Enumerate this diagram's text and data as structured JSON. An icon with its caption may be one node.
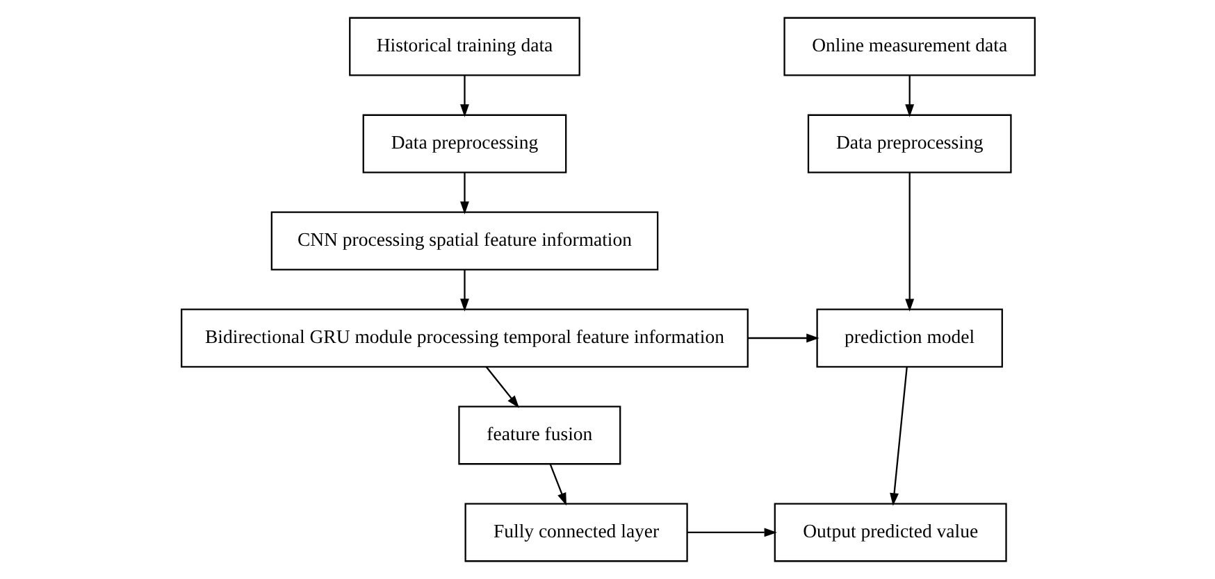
{
  "diagram": {
    "nodes": [
      {
        "text": [
          "Historical training data"
        ]
      },
      {
        "text": [
          "Data preprocessing"
        ]
      },
      {
        "text": [
          "CNN processing spatial feature information"
        ]
      },
      {
        "text": [
          "Bidirectional GRU module processing temporal feature information"
        ]
      },
      {
        "text": [
          "feature fusion"
        ]
      },
      {
        "text": [
          "Fully connected layer"
        ]
      },
      {
        "text": [
          "Online measurement data"
        ]
      },
      {
        "text": [
          "Data preprocessing"
        ]
      },
      {
        "text": [
          "prediction model"
        ]
      },
      {
        "text": [
          "Output predicted value"
        ]
      }
    ],
    "edges": [
      {
        "from": 0,
        "to": 1,
        "arrow": "to"
      },
      {
        "from": 1,
        "to": 2,
        "arrow": "to"
      },
      {
        "from": 2,
        "to": 3,
        "arrow": "to"
      },
      {
        "from": 3,
        "to": 4,
        "arrow": "to"
      },
      {
        "from": 4,
        "to": 5,
        "arrow": "to"
      },
      {
        "from": 3,
        "to": 8,
        "arrow": "to"
      },
      {
        "from": 5,
        "to": 9,
        "arrow": "to"
      },
      {
        "from": 6,
        "to": 7,
        "arrow": "to"
      },
      {
        "from": 7,
        "to": 8,
        "arrow": "to"
      },
      {
        "from": 8,
        "to": 9,
        "arrow": "to"
      }
    ]
  }
}
